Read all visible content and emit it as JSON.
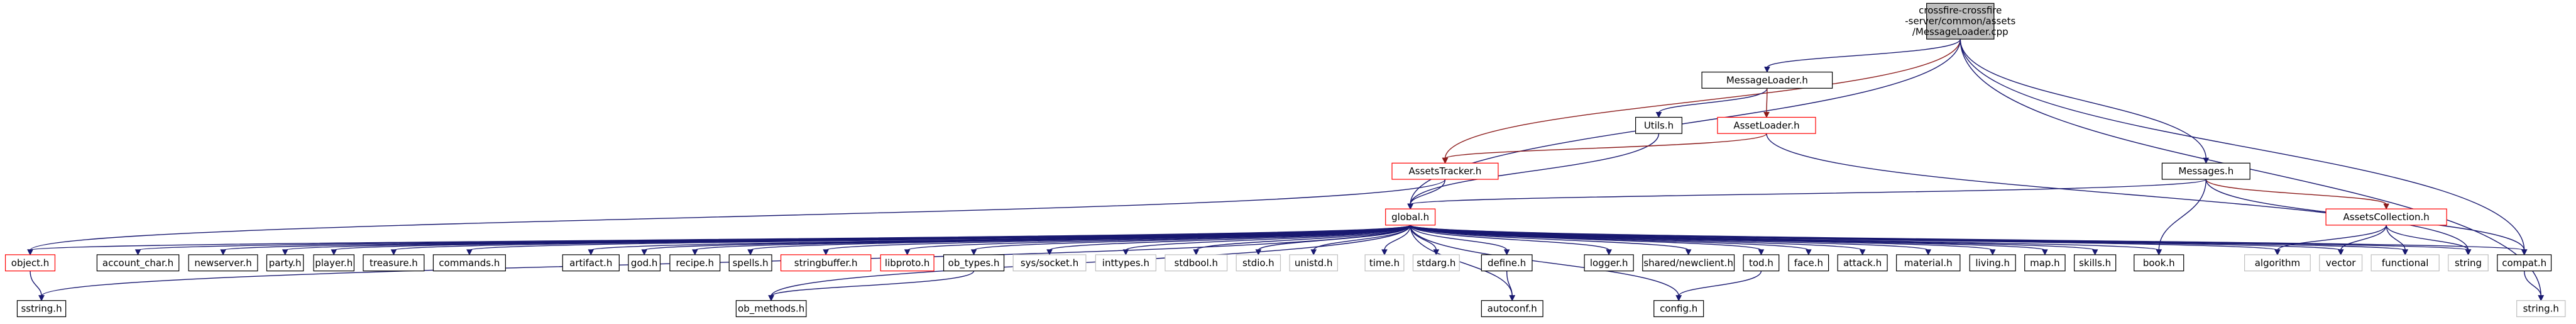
{
  "diagram": {
    "title": "",
    "style_colors": {
      "edge": "#191970",
      "edge_trunc": "#8b1a1a",
      "box_normal": "#000000",
      "box_trunc": "#ff0000",
      "box_ext": "#bfbfbf",
      "root_fill": "#bfbfbf"
    },
    "nodes": [
      {
        "id": "root",
        "lines": [
          "crossfire-crossfire",
          "-server/common/assets",
          "/MessageLoader.cpp"
        ],
        "style": "root"
      },
      {
        "id": "msgloader",
        "lines": [
          "MessageLoader.h"
        ],
        "style": "normal"
      },
      {
        "id": "utils",
        "lines": [
          "Utils.h"
        ],
        "style": "normal"
      },
      {
        "id": "assetloader",
        "lines": [
          "AssetLoader.h"
        ],
        "style": "trunc"
      },
      {
        "id": "assetstracker",
        "lines": [
          "AssetsTracker.h"
        ],
        "style": "trunc"
      },
      {
        "id": "messages",
        "lines": [
          "Messages.h"
        ],
        "style": "normal"
      },
      {
        "id": "assetscoll",
        "lines": [
          "AssetsCollection.h"
        ],
        "style": "trunc"
      },
      {
        "id": "global",
        "lines": [
          "global.h"
        ],
        "style": "trunc"
      },
      {
        "id": "object",
        "lines": [
          "object.h"
        ],
        "style": "trunc"
      },
      {
        "id": "account_char",
        "lines": [
          "account_char.h"
        ],
        "style": "normal"
      },
      {
        "id": "newserver",
        "lines": [
          "newserver.h"
        ],
        "style": "normal"
      },
      {
        "id": "party",
        "lines": [
          "party.h"
        ],
        "style": "normal"
      },
      {
        "id": "player",
        "lines": [
          "player.h"
        ],
        "style": "normal"
      },
      {
        "id": "treasure",
        "lines": [
          "treasure.h"
        ],
        "style": "normal"
      },
      {
        "id": "commands",
        "lines": [
          "commands.h"
        ],
        "style": "normal"
      },
      {
        "id": "artifact",
        "lines": [
          "artifact.h"
        ],
        "style": "normal"
      },
      {
        "id": "god",
        "lines": [
          "god.h"
        ],
        "style": "normal"
      },
      {
        "id": "recipe",
        "lines": [
          "recipe.h"
        ],
        "style": "normal"
      },
      {
        "id": "spells",
        "lines": [
          "spells.h"
        ],
        "style": "normal"
      },
      {
        "id": "stringbuffer",
        "lines": [
          "stringbuffer.h"
        ],
        "style": "trunc"
      },
      {
        "id": "libproto",
        "lines": [
          "libproto.h"
        ],
        "style": "trunc"
      },
      {
        "id": "ob_types",
        "lines": [
          "ob_types.h"
        ],
        "style": "normal"
      },
      {
        "id": "syssocket",
        "lines": [
          "sys/socket.h"
        ],
        "style": "ext"
      },
      {
        "id": "inttypes",
        "lines": [
          "inttypes.h"
        ],
        "style": "ext"
      },
      {
        "id": "stdbool",
        "lines": [
          "stdbool.h"
        ],
        "style": "ext"
      },
      {
        "id": "stdio",
        "lines": [
          "stdio.h"
        ],
        "style": "ext"
      },
      {
        "id": "unistd",
        "lines": [
          "unistd.h"
        ],
        "style": "ext"
      },
      {
        "id": "time",
        "lines": [
          "time.h"
        ],
        "style": "ext"
      },
      {
        "id": "stdarg",
        "lines": [
          "stdarg.h"
        ],
        "style": "ext"
      },
      {
        "id": "define",
        "lines": [
          "define.h"
        ],
        "style": "normal"
      },
      {
        "id": "logger",
        "lines": [
          "logger.h"
        ],
        "style": "normal"
      },
      {
        "id": "newclient",
        "lines": [
          "shared/newclient.h"
        ],
        "style": "normal"
      },
      {
        "id": "tod",
        "lines": [
          "tod.h"
        ],
        "style": "normal"
      },
      {
        "id": "face",
        "lines": [
          "face.h"
        ],
        "style": "normal"
      },
      {
        "id": "attack",
        "lines": [
          "attack.h"
        ],
        "style": "normal"
      },
      {
        "id": "material",
        "lines": [
          "material.h"
        ],
        "style": "normal"
      },
      {
        "id": "living",
        "lines": [
          "living.h"
        ],
        "style": "normal"
      },
      {
        "id": "map",
        "lines": [
          "map.h"
        ],
        "style": "normal"
      },
      {
        "id": "skills",
        "lines": [
          "skills.h"
        ],
        "style": "normal"
      },
      {
        "id": "book",
        "lines": [
          "book.h"
        ],
        "style": "normal"
      },
      {
        "id": "algorithm",
        "lines": [
          "algorithm"
        ],
        "style": "ext"
      },
      {
        "id": "vector",
        "lines": [
          "vector"
        ],
        "style": "ext"
      },
      {
        "id": "functional",
        "lines": [
          "functional"
        ],
        "style": "ext"
      },
      {
        "id": "string",
        "lines": [
          "string"
        ],
        "style": "ext"
      },
      {
        "id": "compat",
        "lines": [
          "compat.h"
        ],
        "style": "normal"
      },
      {
        "id": "stringh",
        "lines": [
          "string.h"
        ],
        "style": "ext"
      },
      {
        "id": "sstring",
        "lines": [
          "sstring.h"
        ],
        "style": "normal"
      },
      {
        "id": "ob_methods",
        "lines": [
          "ob_methods.h"
        ],
        "style": "normal"
      },
      {
        "id": "autoconf",
        "lines": [
          "autoconf.h"
        ],
        "style": "normal"
      },
      {
        "id": "config",
        "lines": [
          "config.h"
        ],
        "style": "normal"
      }
    ],
    "edges": [
      [
        "root",
        "msgloader"
      ],
      [
        "root",
        "assetstracker"
      ],
      [
        "root",
        "global"
      ],
      [
        "root",
        "messages"
      ],
      [
        "root",
        "compat"
      ],
      [
        "root",
        "stringh"
      ],
      [
        "msgloader",
        "utils"
      ],
      [
        "msgloader",
        "assetloader"
      ],
      [
        "utils",
        "global"
      ],
      [
        "assetloader",
        "assetstracker"
      ],
      [
        "assetloader",
        "string"
      ],
      [
        "assetstracker",
        "global"
      ],
      [
        "assetstracker",
        "object"
      ],
      [
        "messages",
        "global"
      ],
      [
        "messages",
        "assetscoll"
      ],
      [
        "messages",
        "book"
      ],
      [
        "messages",
        "compat"
      ],
      [
        "assetscoll",
        "algorithm"
      ],
      [
        "assetscoll",
        "vector"
      ],
      [
        "assetscoll",
        "functional"
      ],
      [
        "assetscoll",
        "string"
      ],
      [
        "global",
        "object"
      ],
      [
        "global",
        "account_char"
      ],
      [
        "global",
        "newserver"
      ],
      [
        "global",
        "party"
      ],
      [
        "global",
        "player"
      ],
      [
        "global",
        "treasure"
      ],
      [
        "global",
        "commands"
      ],
      [
        "global",
        "artifact"
      ],
      [
        "global",
        "god"
      ],
      [
        "global",
        "recipe"
      ],
      [
        "global",
        "spells"
      ],
      [
        "global",
        "stringbuffer"
      ],
      [
        "global",
        "libproto"
      ],
      [
        "global",
        "ob_types"
      ],
      [
        "global",
        "syssocket"
      ],
      [
        "global",
        "inttypes"
      ],
      [
        "global",
        "stdbool"
      ],
      [
        "global",
        "stdio"
      ],
      [
        "global",
        "unistd"
      ],
      [
        "global",
        "time"
      ],
      [
        "global",
        "stdarg"
      ],
      [
        "global",
        "define"
      ],
      [
        "global",
        "logger"
      ],
      [
        "global",
        "newclient"
      ],
      [
        "global",
        "tod"
      ],
      [
        "global",
        "face"
      ],
      [
        "global",
        "attack"
      ],
      [
        "global",
        "material"
      ],
      [
        "global",
        "living"
      ],
      [
        "global",
        "map"
      ],
      [
        "global",
        "skills"
      ],
      [
        "global",
        "book"
      ],
      [
        "global",
        "algorithm"
      ],
      [
        "global",
        "vector"
      ],
      [
        "global",
        "functional"
      ],
      [
        "global",
        "string"
      ],
      [
        "global",
        "compat"
      ],
      [
        "global",
        "sstring"
      ],
      [
        "global",
        "ob_methods"
      ],
      [
        "global",
        "autoconf"
      ],
      [
        "global",
        "config"
      ],
      [
        "object",
        "sstring"
      ],
      [
        "ob_types",
        "ob_methods"
      ],
      [
        "define",
        "autoconf"
      ],
      [
        "tod",
        "config"
      ],
      [
        "compat",
        "stringh"
      ]
    ]
  }
}
